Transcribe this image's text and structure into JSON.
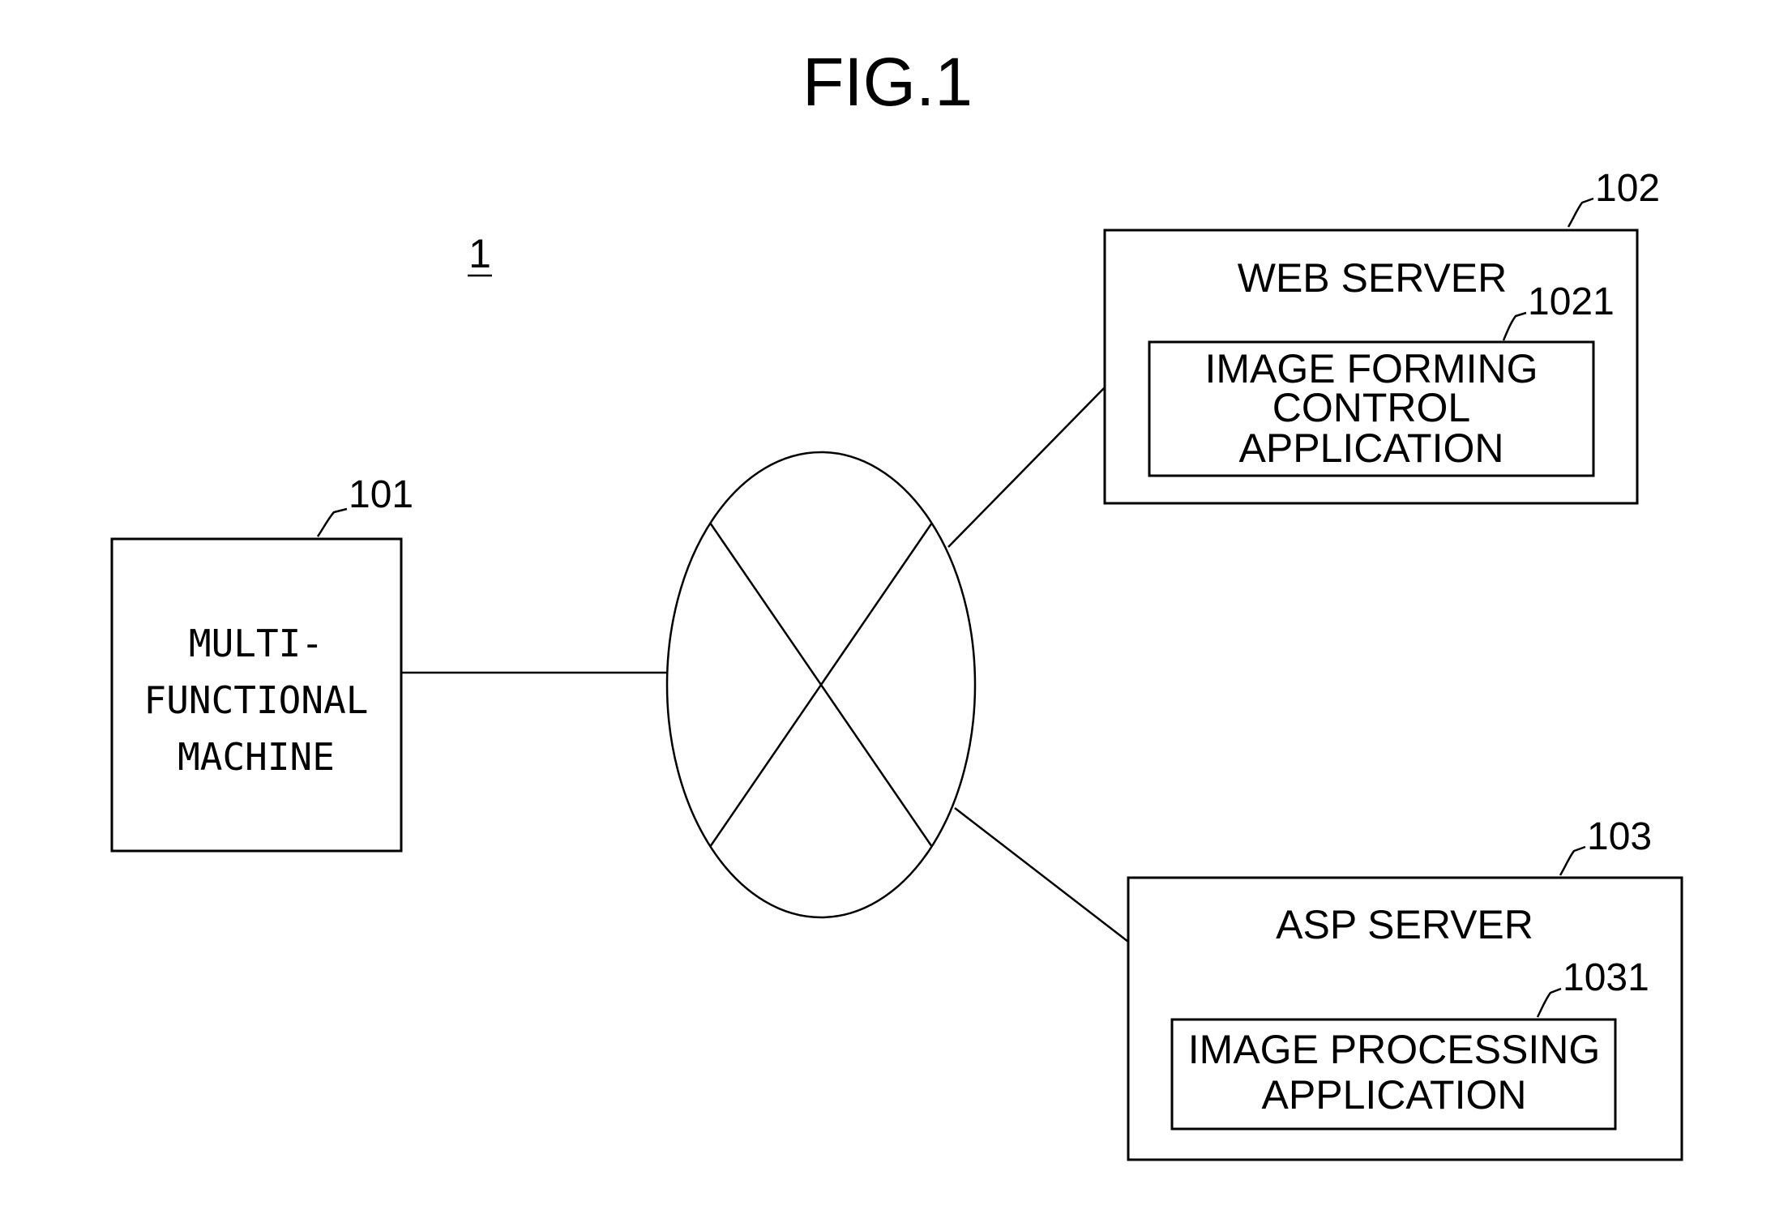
{
  "figure": {
    "title": "FIG.1",
    "system_ref": "1"
  },
  "nodes": {
    "mfp": {
      "ref": "101",
      "lines": [
        "MULTI-",
        "FUNCTIONAL",
        "MACHINE"
      ]
    },
    "web_server": {
      "ref": "102",
      "name": "WEB SERVER",
      "app": {
        "ref": "1021",
        "lines": [
          "IMAGE FORMING",
          "CONTROL",
          "APPLICATION"
        ]
      }
    },
    "asp_server": {
      "ref": "103",
      "name": "ASP SERVER",
      "app": {
        "ref": "1031",
        "lines": [
          "IMAGE PROCESSING",
          "APPLICATION"
        ]
      }
    }
  }
}
